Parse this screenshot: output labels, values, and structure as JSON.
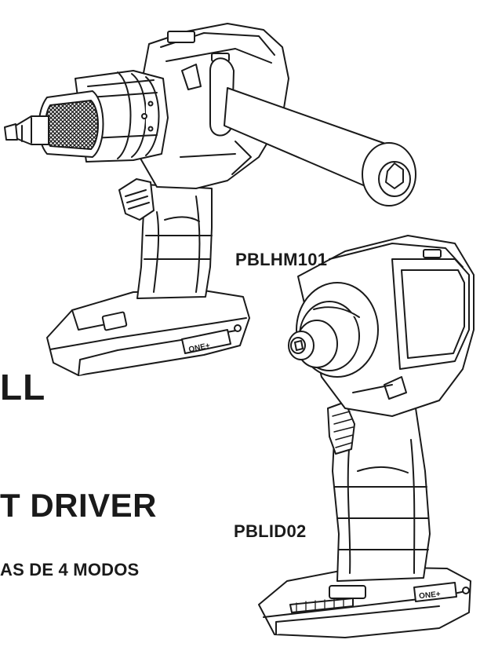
{
  "models": {
    "hammer_drill": "PBLHM101",
    "impact_driver": "PBLID02"
  },
  "cropped_text": {
    "line1": "LL",
    "line2": "T DRIVER",
    "line3": "AS DE 4 MODOS"
  },
  "badge_text": "ONE+",
  "colors": {
    "ink": "#1a1a1a",
    "background": "#ffffff"
  }
}
